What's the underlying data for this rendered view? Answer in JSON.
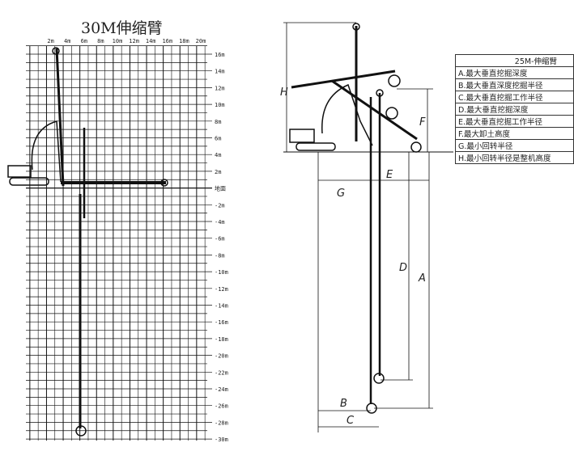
{
  "left_diagram": {
    "title": "30M伸缩臂",
    "x_labels": [
      "2m",
      "4m",
      "6m",
      "8m",
      "10m",
      "12m",
      "14m",
      "16m",
      "18m",
      "20m"
    ],
    "y_labels": [
      "16m",
      "14m",
      "12m",
      "10m",
      "8m",
      "6m",
      "4m",
      "2m",
      "地面",
      "-2m",
      "-4m",
      "-6m",
      "-8m",
      "-10m",
      "-12m",
      "-14m",
      "-16m",
      "-18m",
      "-20m",
      "-22m",
      "-24m",
      "-26m",
      "-28m",
      "-30m"
    ]
  },
  "right_diagram": {
    "dimension_labels": [
      "H",
      "F",
      "G",
      "E",
      "D",
      "A",
      "B",
      "C"
    ]
  },
  "legend": {
    "header": "25M-伸缩臂",
    "items": [
      "A.最大垂直挖掘深度",
      "B.最大垂直深度挖掘半径",
      "C.最大垂直挖掘工作半径",
      "D.最大垂直挖掘深度",
      "E.最大垂直挖掘工作半径",
      "F.最大卸土高度",
      "G.最小回转半径",
      "H.最小回转半径是整机高度"
    ]
  }
}
